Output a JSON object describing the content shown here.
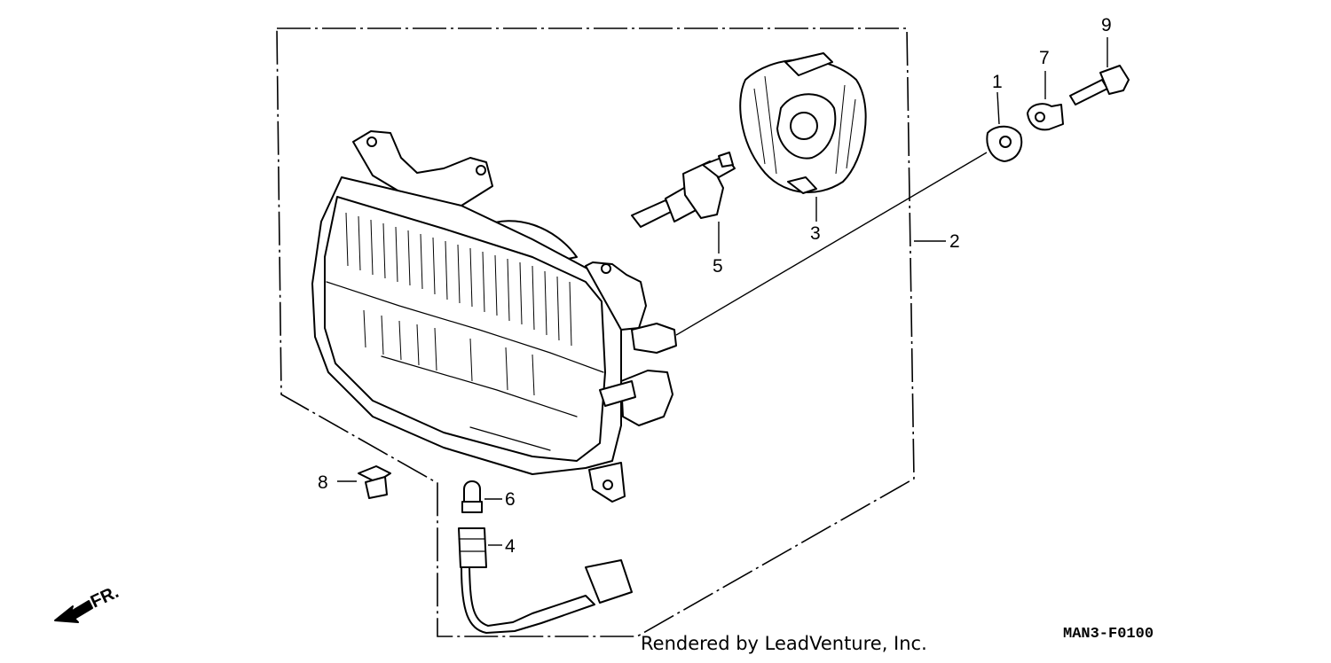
{
  "diagram": {
    "callouts": {
      "c1": "1",
      "c2": "2",
      "c3": "3",
      "c4": "4",
      "c5": "5",
      "c6": "6",
      "c7": "7",
      "c8": "8",
      "c9": "9"
    },
    "direction_label": "FR.",
    "credit": "Rendered by LeadVenture, Inc.",
    "diagram_code": "MAN3-F0100"
  }
}
